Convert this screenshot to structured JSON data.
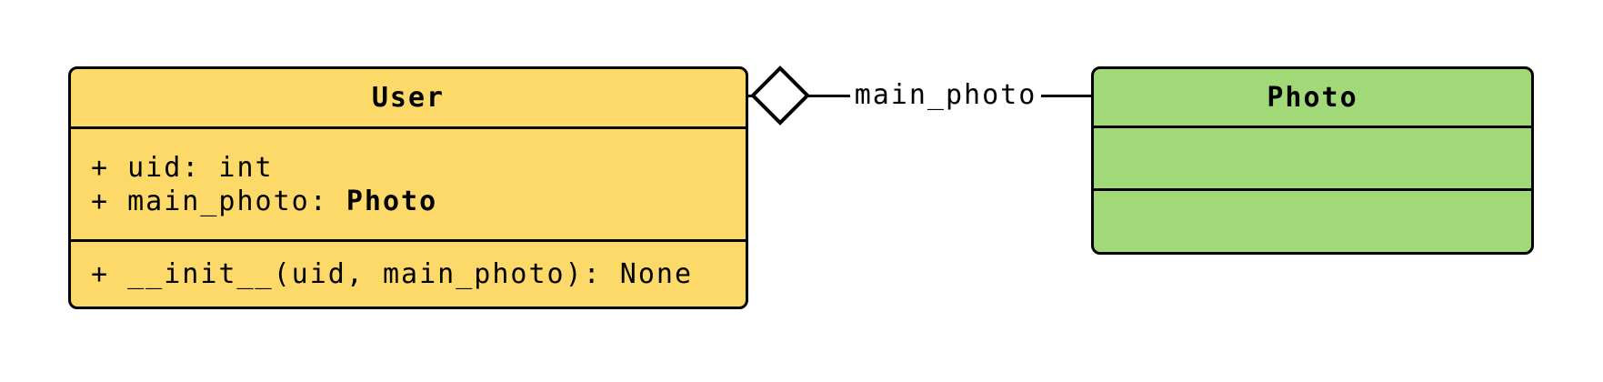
{
  "diagram": {
    "kind": "UML class diagram",
    "colors": {
      "user_fill": "#FCD968",
      "photo_fill": "#A1D878",
      "stroke": "#000000",
      "diamond_fill": "#FFFFFF",
      "background": "#FFFFFF"
    },
    "user_class": {
      "name": "User",
      "attributes": [
        {
          "text": "+ uid: int",
          "bold": ""
        },
        {
          "text": "+ main_photo: ",
          "bold": "Photo"
        }
      ],
      "methods": [
        {
          "text": "+ __init__(uid, main_photo): None"
        }
      ]
    },
    "photo_class": {
      "name": "Photo",
      "attributes": [],
      "methods": []
    },
    "relation": {
      "type": "aggregation",
      "diamond": "hollow",
      "from": "User",
      "to": "Photo",
      "label": "main_photo"
    }
  }
}
